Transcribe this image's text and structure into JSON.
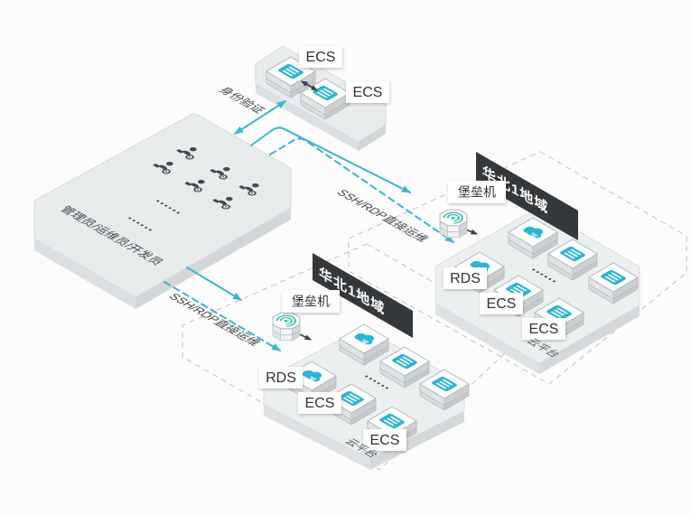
{
  "colors": {
    "accent": "#38b6ce",
    "banner_bg": "#35383b",
    "icon_teal": "#2cb5d3",
    "bastion_teal": "#28bcae",
    "platform_gray": "#e9eced",
    "ink": "#34383c"
  },
  "actors": {
    "label": "管理员/运维员/开发员",
    "ellipsis": "......"
  },
  "auth": {
    "label": "身份验证"
  },
  "top_cluster": {
    "ecs_labels": [
      "ECS",
      "ECS"
    ]
  },
  "regions": [
    {
      "name": "华北1地域",
      "bastion_label": "堡垒机",
      "link_label": "SSH/RDP直接运维",
      "platform_label": "云平台",
      "ellipsis": "......",
      "node_labels": [
        "RDS",
        "ECS",
        "ECS"
      ]
    },
    {
      "name": "华北1地域",
      "bastion_label": "堡垒机",
      "link_label": "SSH/RDP直接运维",
      "platform_label": "云平台",
      "ellipsis": "......",
      "node_labels": [
        "RDS",
        "ECS",
        "ECS"
      ]
    }
  ]
}
